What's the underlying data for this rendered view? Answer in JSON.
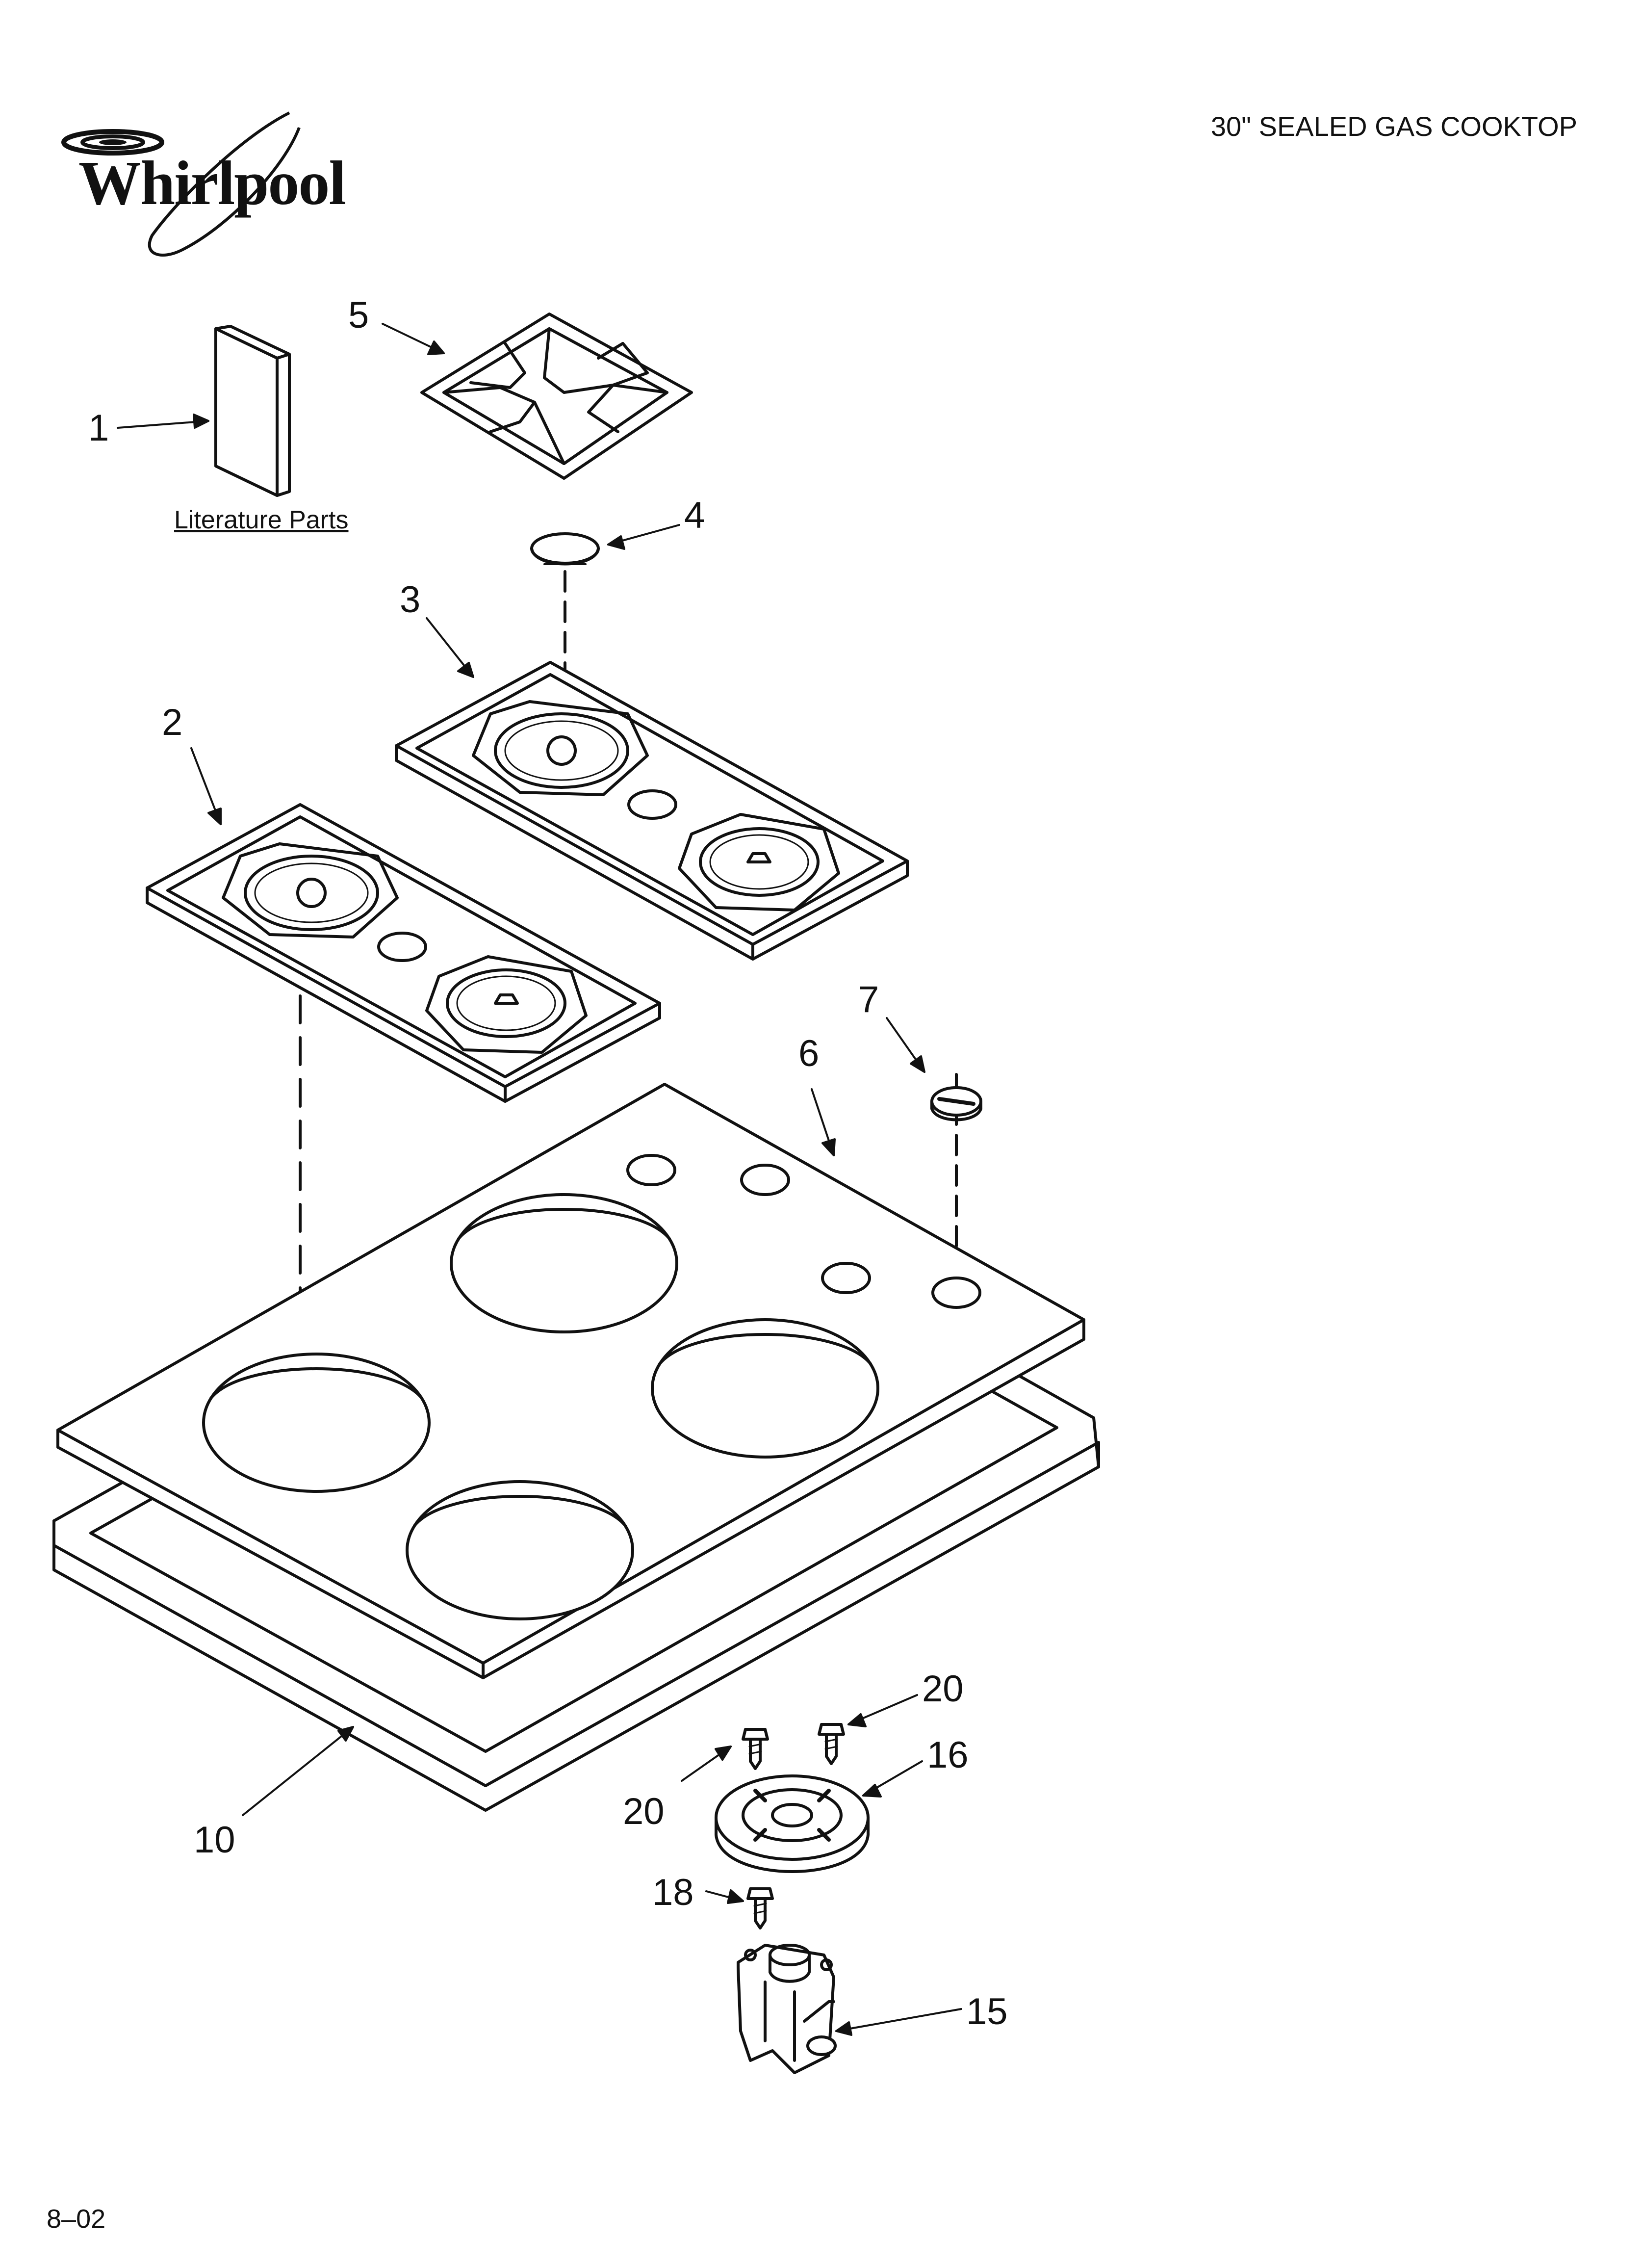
{
  "header": {
    "brand": "Whirlpool",
    "title": "30\" SEALED GAS COOKTOP"
  },
  "literature_label": "Literature Parts",
  "footer": {
    "code": "8–02"
  },
  "callouts": {
    "c1": "1",
    "c2": "2",
    "c3": "3",
    "c4": "4",
    "c5": "5",
    "c6": "6",
    "c7": "7",
    "c10": "10",
    "c15": "15",
    "c16": "16",
    "c18": "18",
    "c20a": "20",
    "c20b": "20"
  },
  "colors": {
    "line": "#111111",
    "background": "#ffffff"
  }
}
